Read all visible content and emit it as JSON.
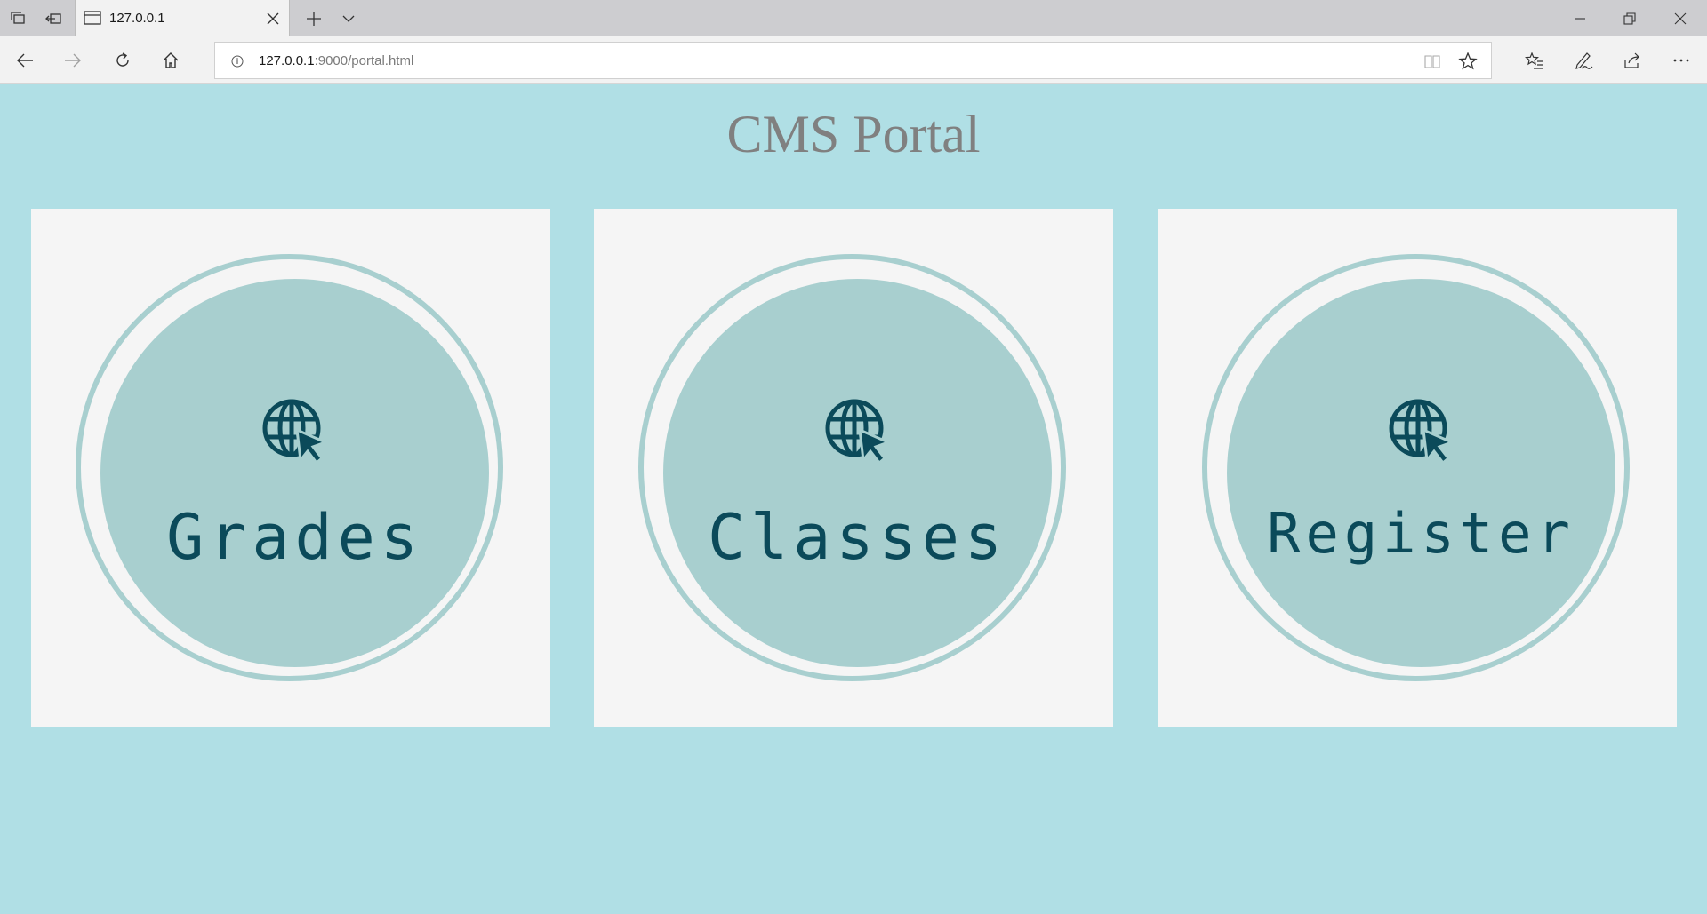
{
  "browser": {
    "tab_title": "127.0.0.1",
    "url_host": "127.0.0.1",
    "url_path": ":9000/portal.html"
  },
  "page": {
    "title": "CMS Portal",
    "cards": [
      {
        "label": "Grades",
        "icon": "globe-cursor-icon"
      },
      {
        "label": "Classes",
        "icon": "globe-cursor-icon"
      },
      {
        "label": "Register",
        "icon": "globe-cursor-icon"
      }
    ]
  },
  "colors": {
    "page_background": "#b0dfe5",
    "card_background": "#f5f5f5",
    "circle_fill": "#a8cfcf",
    "label_color": "#0b4a5a",
    "title_color": "#808080"
  }
}
